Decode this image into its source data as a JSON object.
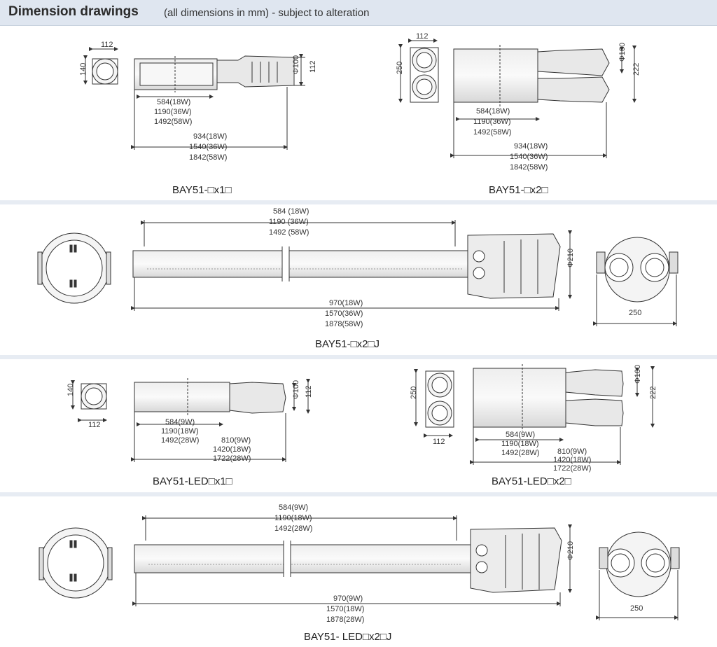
{
  "header": {
    "title": "Dimension drawings",
    "subtitle": "(all dimensions in mm) - subject to alteration"
  },
  "row1": {
    "left": {
      "caption": "BAY51-□x1□",
      "w112": "112",
      "h140": "140",
      "phi100": "Φ100",
      "v112": "112",
      "inner": [
        "584(18W)",
        "1190(36W)",
        "1492(58W)"
      ],
      "outer": [
        "934(18W)",
        "1540(36W)",
        "1842(58W)"
      ]
    },
    "right": {
      "caption": "BAY51-□x2□",
      "w112": "112",
      "h250": "250",
      "phi100": "Φ100",
      "v222": "222",
      "inner": [
        "584(18W)",
        "1190(36W)",
        "1492(58W)"
      ],
      "outer": [
        "934(18W)",
        "1540(36W)",
        "1842(58W)"
      ]
    }
  },
  "row2": {
    "caption": "BAY51-□x2□J",
    "top": [
      "584 (18W)",
      "1190 (36W)",
      "1492 (58W)"
    ],
    "bottom": [
      "970(18W)",
      "1570(36W)",
      "1878(58W)"
    ],
    "phi210": "Φ210",
    "w250": "250"
  },
  "row3": {
    "left": {
      "caption": "BAY51-LED□x1□",
      "h140": "140",
      "w112": "112",
      "phi100": "Φ100",
      "v112": "112",
      "inner": [
        "584(9W)",
        "1190(18W)",
        "1492(28W)"
      ],
      "outer": [
        "810(9W)",
        "1420(18W)",
        "1722(28W)"
      ]
    },
    "right": {
      "caption": "BAY51-LED□x2□",
      "h250": "250",
      "w112": "112",
      "phi100": "Φ100",
      "v222": "222",
      "inner": [
        "584(9W)",
        "1190(18W)",
        "1492(28W)"
      ],
      "outer": [
        "810(9W)",
        "1420(18W)",
        "1722(28W)"
      ]
    }
  },
  "row4": {
    "caption": "BAY51- LED□x2□J",
    "top": [
      "584(9W)",
      "1190(18W)",
      "1492(28W)"
    ],
    "bottom": [
      "970(9W)",
      "1570(18W)",
      "1878(28W)"
    ],
    "phi210": "Φ210",
    "w250": "250"
  }
}
